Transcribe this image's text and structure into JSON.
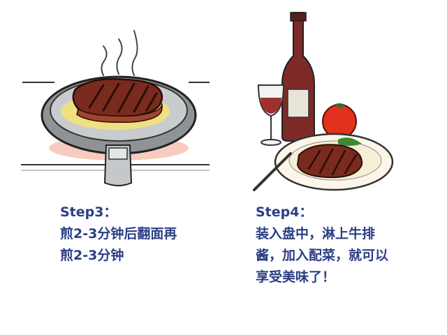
{
  "step3": {
    "title": "Step3：",
    "lines": [
      "煎2-3分钟后翻面再",
      "煎2-3分钟"
    ]
  },
  "step4": {
    "title": "Step4：",
    "lines": [
      "装入盘中，淋上牛排",
      "酱，加入配菜，就可以",
      "享受美味了！"
    ]
  },
  "colors": {
    "text": "#2b3e85",
    "steak": "#7a2a1e",
    "wine": "#7d2a28",
    "tomato": "#e0321c",
    "butter": "#f3e27a"
  }
}
